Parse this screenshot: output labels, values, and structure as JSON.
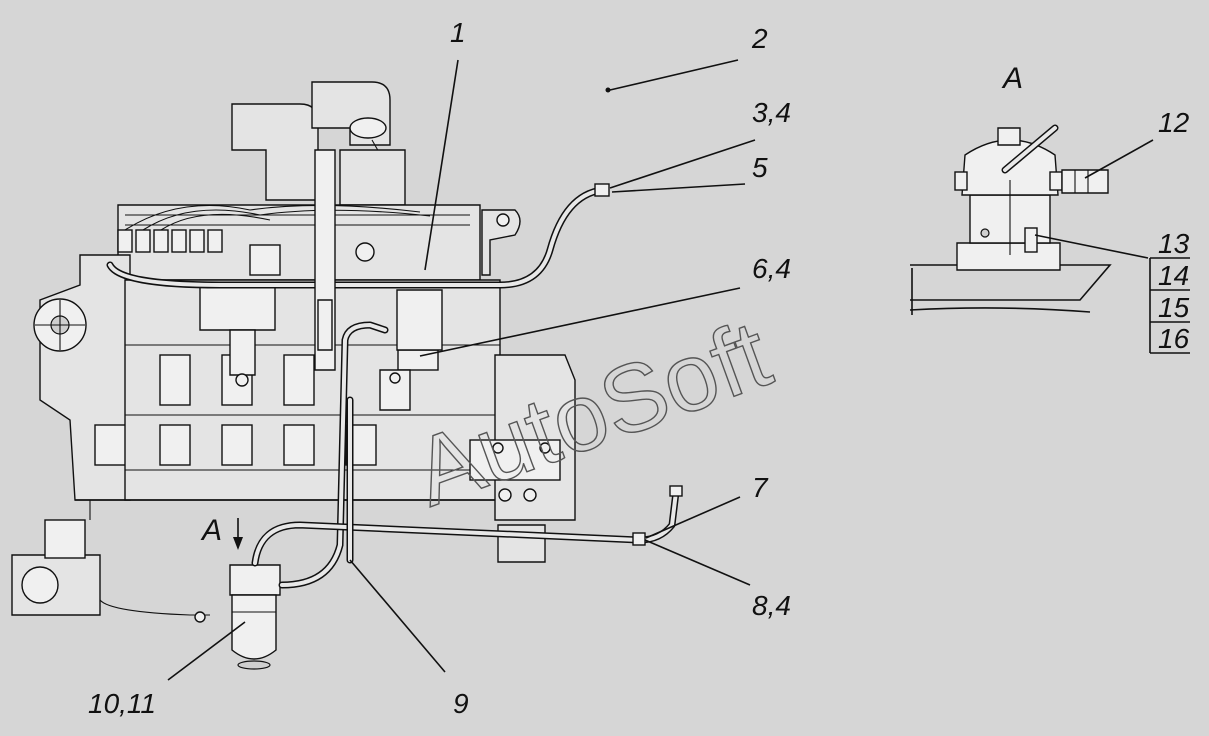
{
  "view_labels": {
    "main_arrow": "A",
    "detail_title": "A"
  },
  "callouts": {
    "c1": "1",
    "c2": "2",
    "c34": "3,4",
    "c5": "5",
    "c64": "6,4",
    "c7": "7",
    "c84": "8,4",
    "c9": "9",
    "c1011": "10,11",
    "c12": "12",
    "c13": "13",
    "c14": "14",
    "c15": "15",
    "c16": "16"
  },
  "watermark": "AutoSoft",
  "colors": {
    "background": "#d6d6d6",
    "line": "#111111"
  }
}
